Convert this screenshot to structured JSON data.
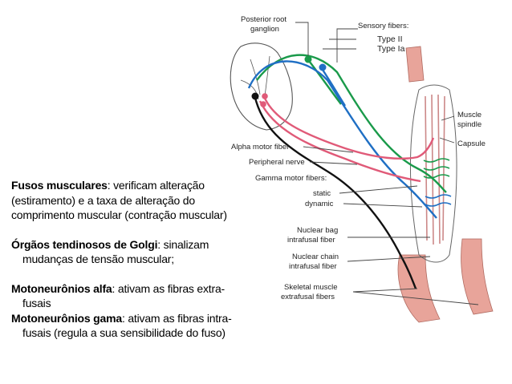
{
  "paragraphs": [
    {
      "bold": "Fusos musculares",
      "rest": ": verificam alteração (estiramento) e a taxa de alteração do comprimento muscular (contração muscular)"
    },
    {
      "bold": "Órgãos tendinosos de Golgi",
      "rest_line1": ": sinalizam",
      "rest_line2": "mudanças de tensão muscular;"
    },
    {
      "bold": "Motoneurônios alfa",
      "rest_line1": ": ativam as fibras extra-",
      "rest_line2": "fusais"
    },
    {
      "bold": "Motoneurônios gama",
      "rest_line1": ": ativam as fibras intra-",
      "rest_line2": "fusais (regula a sua sensibilidade do fuso)"
    }
  ],
  "diagram_labels": {
    "posterior_root_1": "Posterior root",
    "posterior_root_2": "ganglion",
    "sensory_fibers": "Sensory fibers:",
    "type_ii": "Type II",
    "type_ia": "Type Ia",
    "muscle_spindle_1": "Muscle",
    "muscle_spindle_2": "spindle",
    "capsule": "Capsule",
    "alpha_motor_fiber": "Alpha motor fiber",
    "peripheral_nerve": "Peripheral nerve",
    "gamma_motor_fibers": "Gamma motor fibers:",
    "static": "static",
    "dynamic": "dynamic",
    "nuclear_bag_1": "Nuclear bag",
    "nuclear_bag_2": "intrafusal fiber",
    "nuclear_chain_1": "Nuclear chain",
    "nuclear_chain_2": "intrafusal fiber",
    "skeletal_1": "Skeletal muscle",
    "skeletal_2": "extrafusal fibers"
  },
  "colors": {
    "type_ii": "#1a9a4a",
    "type_ia": "#1f6fc4",
    "gamma": "#e05a78",
    "alpha": "#111111",
    "muscle": "#e8a49a",
    "outline": "#444444"
  }
}
